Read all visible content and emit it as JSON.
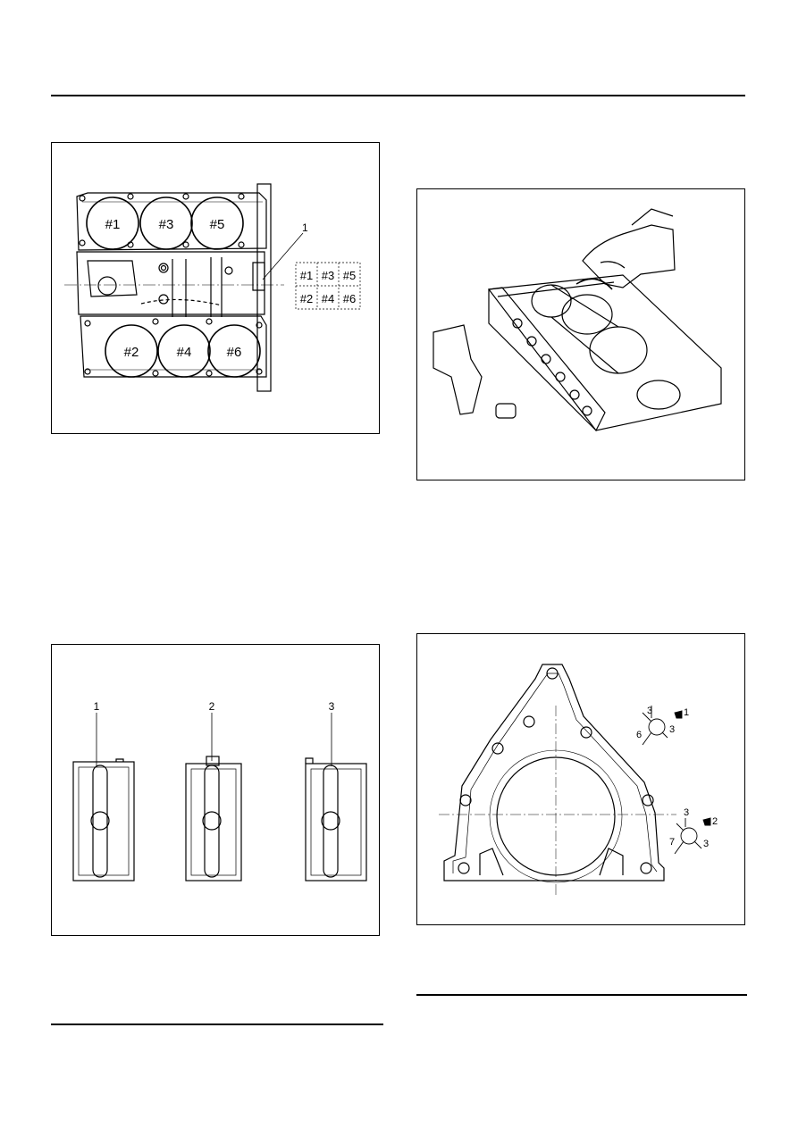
{
  "figure1": {
    "cylinders_top": [
      "#1",
      "#3",
      "#5"
    ],
    "cylinders_bottom": [
      "#2",
      "#4",
      "#6"
    ],
    "callout": "1",
    "code_table": [
      [
        "#1",
        "#3",
        "#5"
      ],
      [
        "#2",
        "#4",
        "#6"
      ]
    ]
  },
  "figure3": {
    "callouts": [
      "1",
      "2",
      "3"
    ]
  },
  "figure4": {
    "callout_1": {
      "id": "1",
      "dims": [
        "3",
        "6",
        "3"
      ]
    },
    "callout_2": {
      "id": "2",
      "dims": [
        "3",
        "7",
        "3"
      ]
    }
  }
}
